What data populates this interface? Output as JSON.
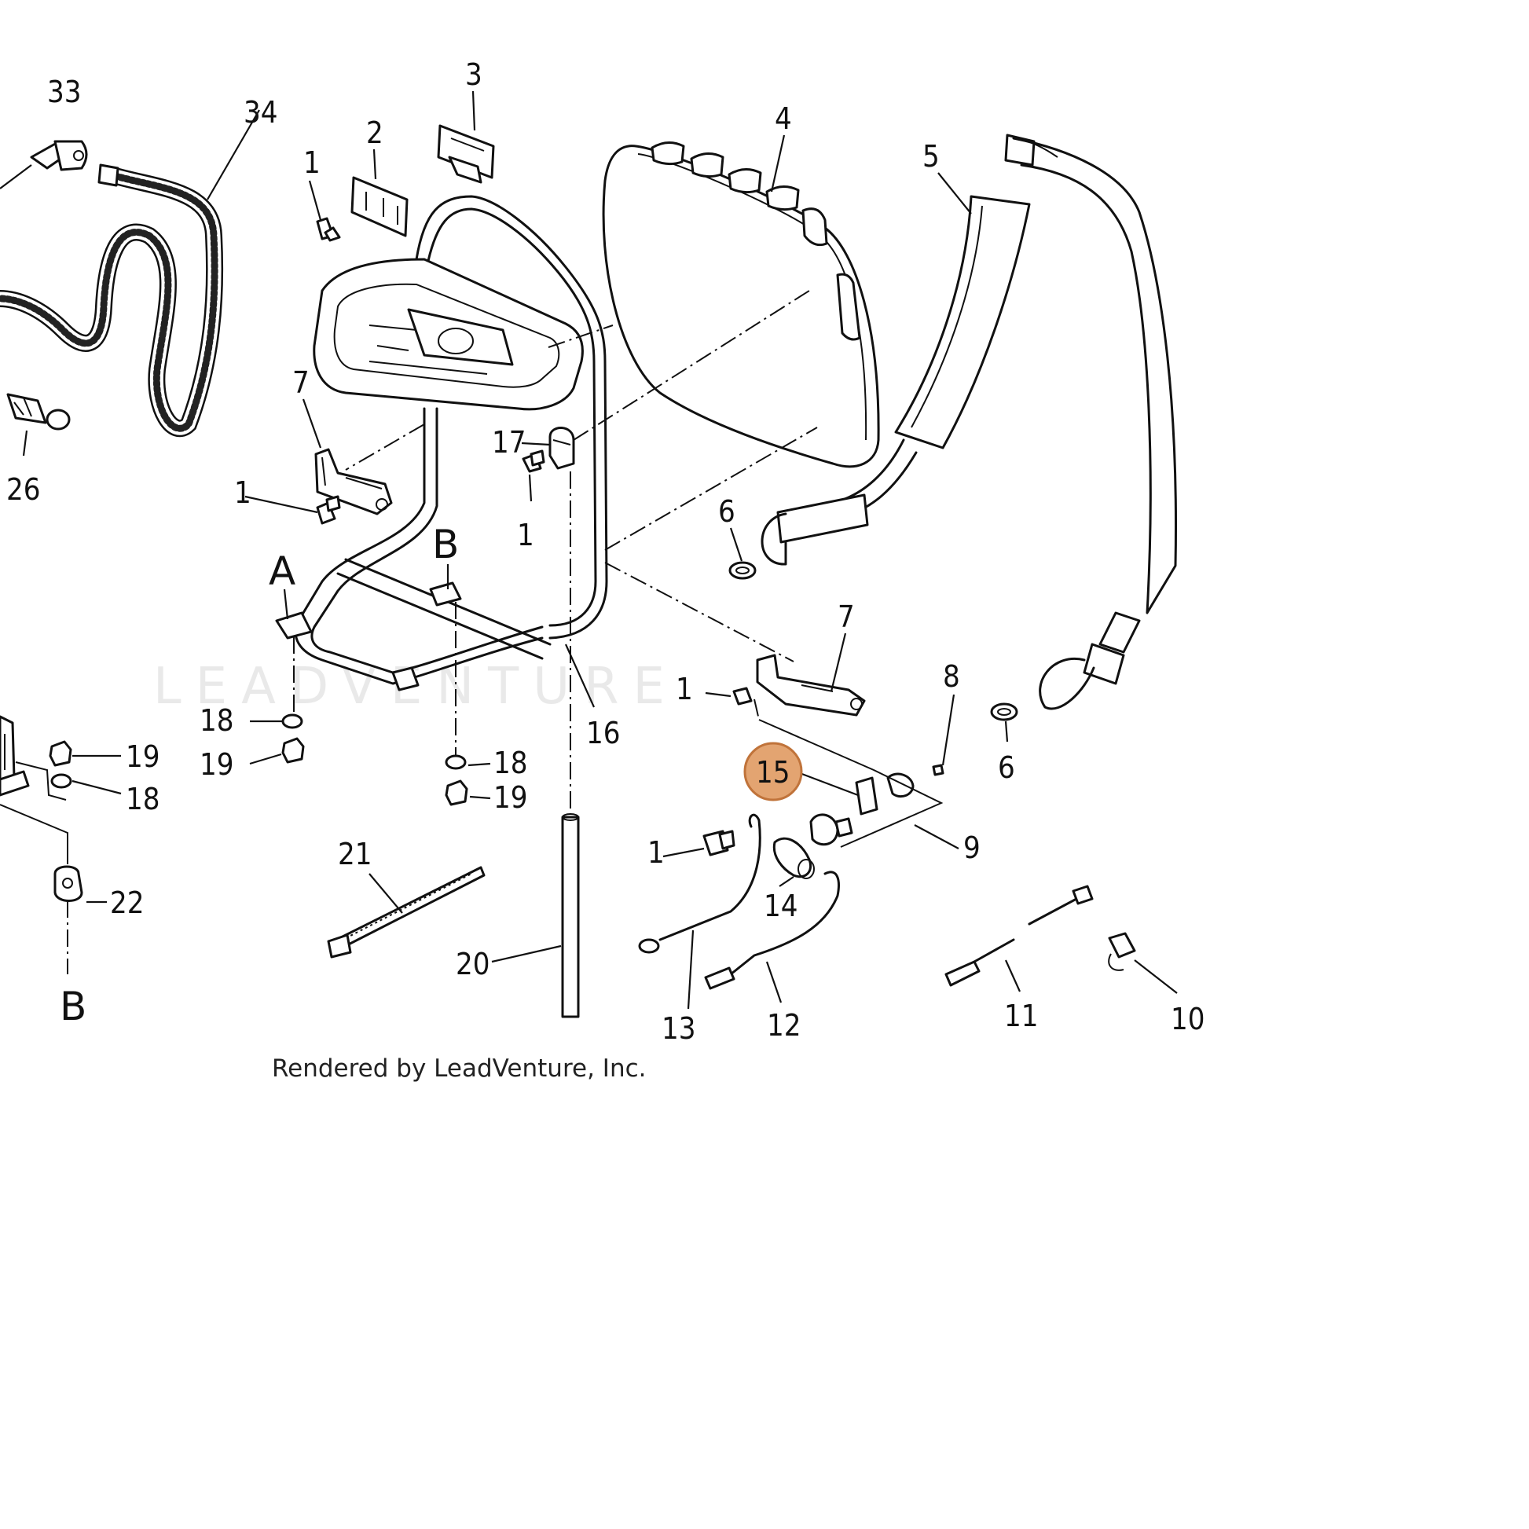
{
  "watermark": "LEADVENTURE",
  "credit": "Rendered by LeadVenture, Inc.",
  "highlighted_callout": "15",
  "highlight_color": "#e3a471",
  "callouts": {
    "c33": "33",
    "c34": "34",
    "c2": "2",
    "c3": "3",
    "c4": "4",
    "c5": "5",
    "c1a": "1",
    "c1b": "1",
    "c1c": "1",
    "c1d": "1",
    "c1e": "1",
    "c7a": "7",
    "c7b": "7",
    "c17": "17",
    "c26": "26",
    "c6a": "6",
    "c6b": "6",
    "cA": "A",
    "cBa": "B",
    "cBb": "B",
    "c8": "8",
    "c9": "9",
    "c18a": "18",
    "c18b": "18",
    "c18c": "18",
    "c19a": "19",
    "c19b": "19",
    "c19c": "19",
    "c16": "16",
    "c21": "21",
    "c22": "22",
    "c20": "20",
    "c13": "13",
    "c14": "14",
    "c12": "12",
    "c11": "11",
    "c10": "10"
  }
}
